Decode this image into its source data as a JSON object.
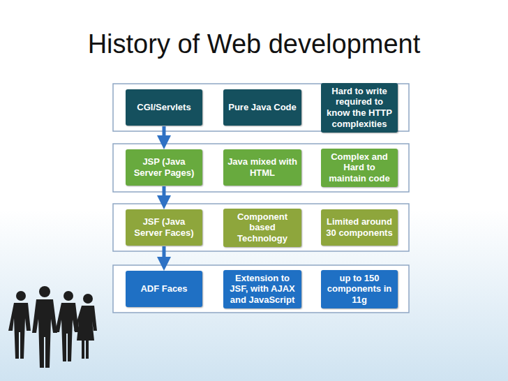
{
  "diagram": {
    "title": "History of Web development",
    "nodes": [
      {
        "text": [
          "CGI/Servlets"
        ]
      },
      {
        "text": [
          "Pure Java Code"
        ]
      },
      {
        "text": [
          "Hard to write required to know the HTTP complexities"
        ]
      },
      {
        "text": [
          "JSP (Java Server Pages)"
        ]
      },
      {
        "text": [
          "Java mixed with HTML"
        ]
      },
      {
        "text": [
          "Complex and Hard to maintain code"
        ]
      },
      {
        "text": [
          "JSF (Java Server Faces)"
        ]
      },
      {
        "text": [
          "Component based Technology"
        ]
      },
      {
        "text": [
          "Limited around 30 components"
        ]
      },
      {
        "text": [
          "ADF Faces"
        ]
      },
      {
        "text": [
          "Extension to JSF, with AJAX and JavaScript"
        ]
      },
      {
        "text": [
          "up to 150 components in 11g"
        ]
      }
    ],
    "edges": [
      {
        "from": 0,
        "to": 3,
        "arrow": "to"
      },
      {
        "from": 3,
        "to": 6,
        "arrow": "to"
      },
      {
        "from": 6,
        "to": 9,
        "arrow": "to"
      }
    ]
  }
}
